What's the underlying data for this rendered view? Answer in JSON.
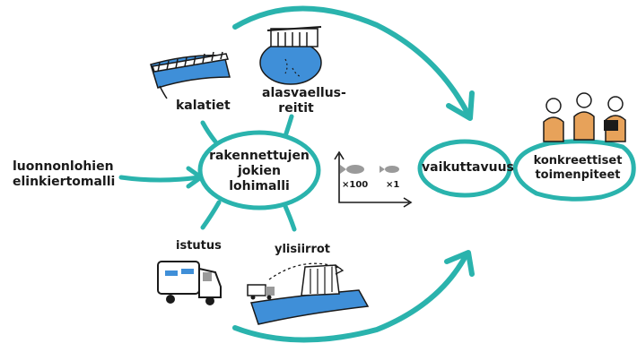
{
  "colors": {
    "teal": "#2ab3ad",
    "water": "#3f8fd8",
    "ink": "#1a1a1a",
    "fish": "#9a9a9a",
    "skin": "#e7a25a"
  },
  "icons": [
    "bridge-fishway-icon",
    "dam-pond-icon",
    "truck-icon",
    "dam-transfer-icon",
    "fish-icon",
    "people-icon"
  ],
  "nodes": {
    "lifecycle_model": [
      "luonnonlohien",
      "elinkiertomalli"
    ],
    "river_model": [
      "rakennettujen",
      "jokien",
      "lohimalli"
    ],
    "fishways": "kalatiet",
    "downstream": [
      "alasvaellus-",
      "reitit"
    ],
    "stocking": "istutus",
    "transfers": "ylisiirrot",
    "effectiveness": "vaikuttavuus",
    "measures": [
      "konkreettiset",
      "toimenpiteet"
    ]
  },
  "fish_scale": {
    "large_label": "×100",
    "small_label": "×1"
  }
}
